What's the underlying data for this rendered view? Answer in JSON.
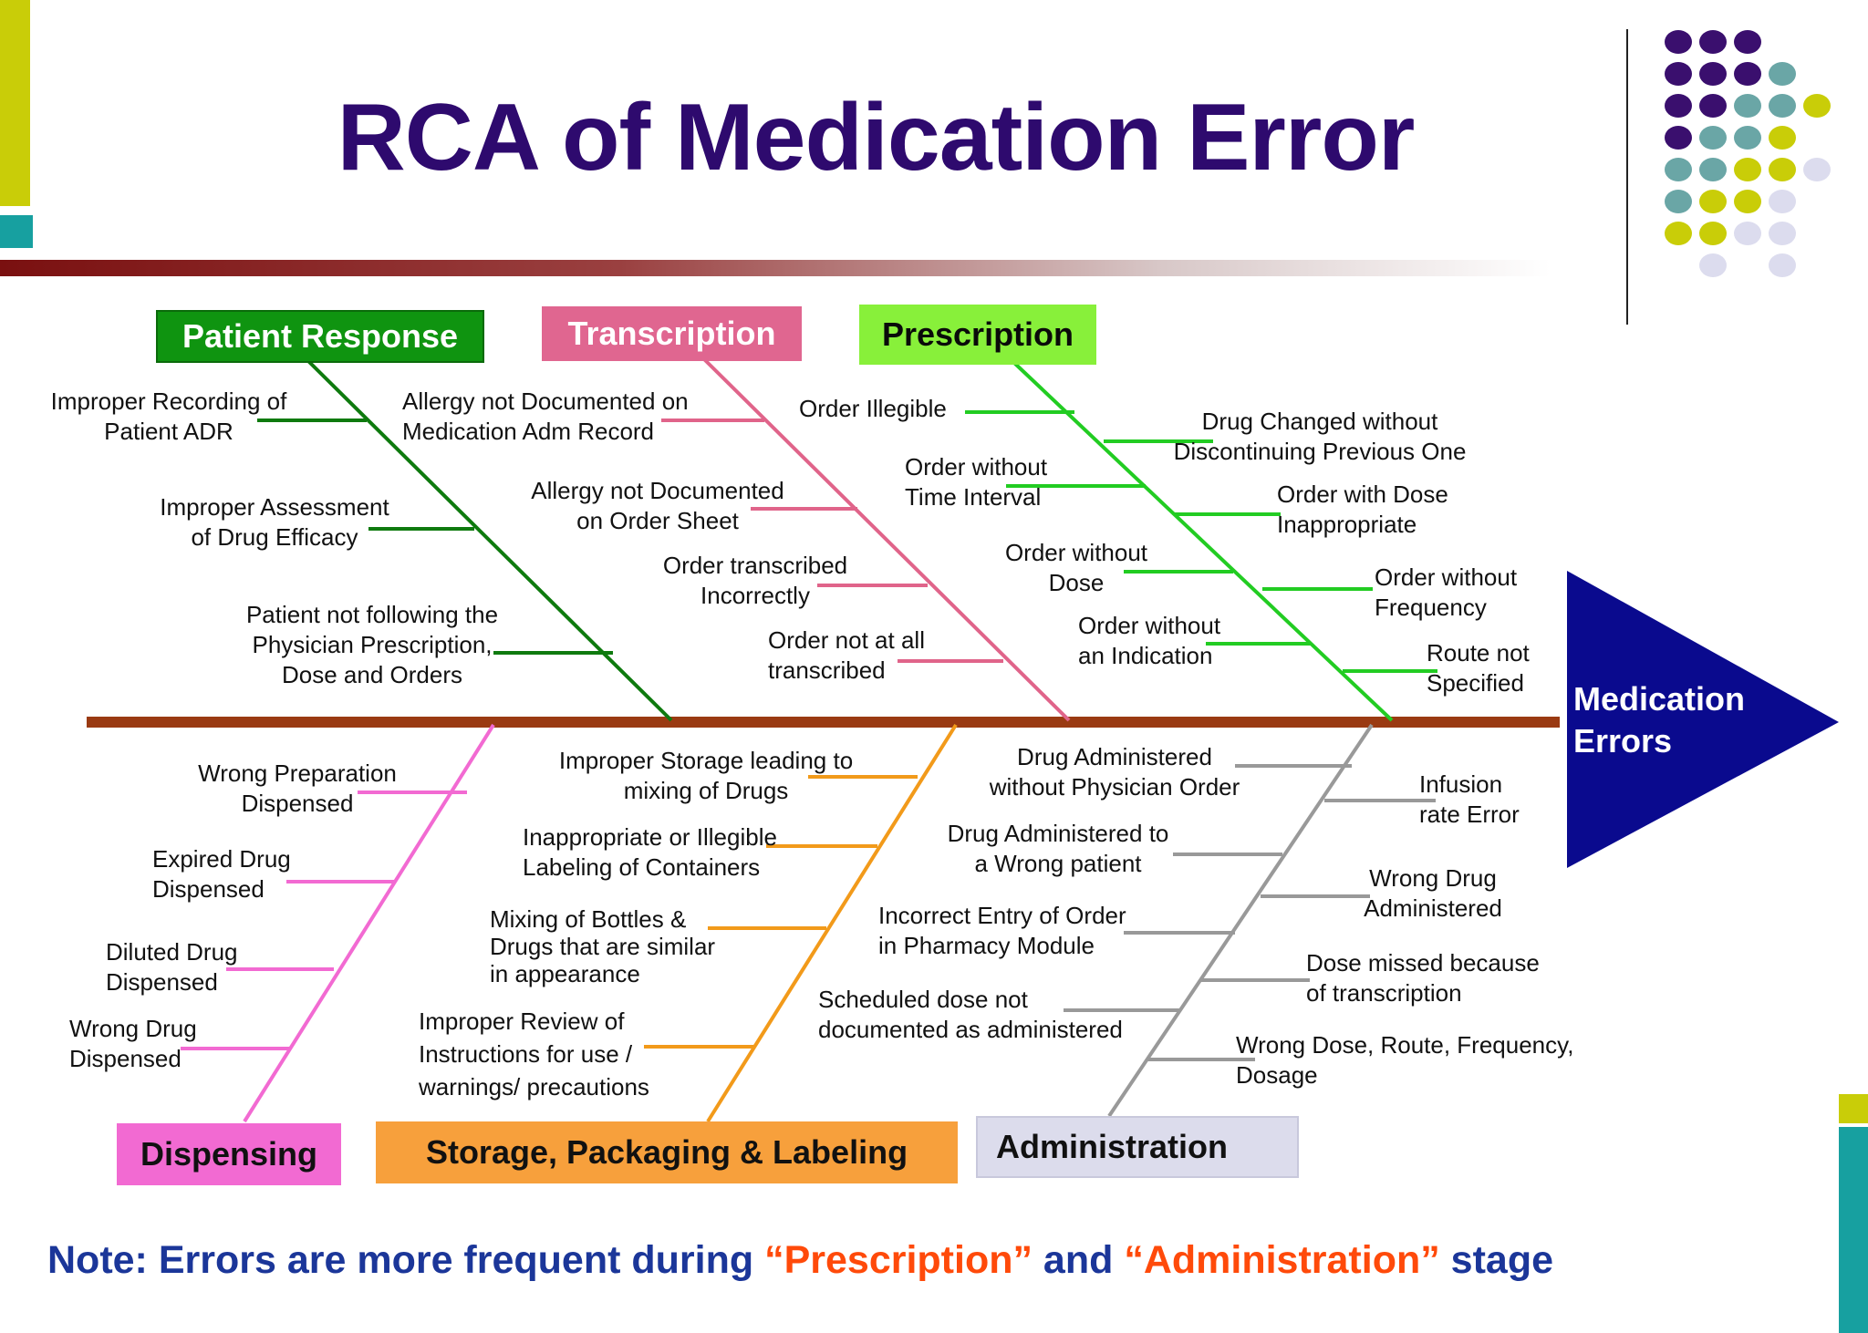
{
  "title": "RCA of Medication Error",
  "effect": {
    "label_line1": "Medication",
    "label_line2": "Errors"
  },
  "categories": {
    "patient_response": "Patient Response",
    "transcription": "Transcription",
    "prescription": "Prescription",
    "dispensing": "Dispensing",
    "storage": "Storage, Packaging & Labeling",
    "administration": "Administration"
  },
  "causes": {
    "patient_response": [
      [
        "Improper Recording of",
        "Patient  ADR"
      ],
      [
        "Improper Assessment",
        "of Drug Efficacy"
      ],
      [
        "Patient  not following the",
        "Physician Prescription,",
        "Dose and Orders"
      ]
    ],
    "transcription": [
      [
        "Allergy not Documented on",
        "Medication Adm Record"
      ],
      [
        "Allergy not Documented",
        "on Order Sheet"
      ],
      [
        "Order transcribed",
        "Incorrectly"
      ],
      [
        "Order not at all",
        "transcribed"
      ]
    ],
    "prescription": [
      [
        "Order Illegible"
      ],
      [
        "Order without",
        "Time Interval"
      ],
      [
        "Order without",
        "Dose"
      ],
      [
        "Order without",
        "an Indication"
      ],
      [
        "Drug Changed without",
        "Discontinuing Previous One"
      ],
      [
        "Order with Dose",
        "Inappropriate"
      ],
      [
        "Order without",
        "Frequency"
      ],
      [
        "Route not",
        "Specified"
      ]
    ],
    "dispensing": [
      [
        "Wrong Preparation",
        "Dispensed"
      ],
      [
        "Expired Drug",
        "Dispensed"
      ],
      [
        "Diluted Drug",
        "Dispensed"
      ],
      [
        "Wrong Drug",
        "Dispensed"
      ]
    ],
    "storage": [
      [
        "Improper Storage leading to",
        "mixing of Drugs"
      ],
      [
        "Inappropriate or Illegible",
        "Labeling of Containers"
      ],
      [
        "Mixing of Bottles &",
        "Drugs that are similar",
        "in appearance"
      ],
      [
        "Improper Review of",
        "Instructions for use /",
        "warnings/ precautions"
      ]
    ],
    "administration": [
      [
        "Drug Administered",
        "without Physician Order"
      ],
      [
        "Drug Administered to",
        "a Wrong patient"
      ],
      [
        "Incorrect Entry of Order",
        "in Pharmacy Module"
      ],
      [
        "Scheduled dose not",
        "documented as administered"
      ],
      [
        "Infusion",
        "rate Error"
      ],
      [
        "Wrong Drug",
        "Administered"
      ],
      [
        "Dose missed because",
        "of transcription"
      ],
      [
        "Wrong Dose, Route, Frequency,",
        "Dosage"
      ]
    ]
  },
  "note": {
    "prefix": "Note: Errors are more frequent during ",
    "term1": "“Prescription”",
    "middle": " and ",
    "term2": "“Administration”",
    "suffix": " stage"
  },
  "colors": {
    "title": "#2e0a6e",
    "spine": "#9a3a12",
    "patient_response": "#0e7a0e",
    "transcription": "#e0648a",
    "prescription": "#22cc22",
    "dispensing": "#f26ad2",
    "storage": "#f29a1a",
    "administration": "#999999",
    "effect": "#0a0a8e",
    "note": "#1b3699",
    "note_highlight": "#ff4a0a"
  }
}
